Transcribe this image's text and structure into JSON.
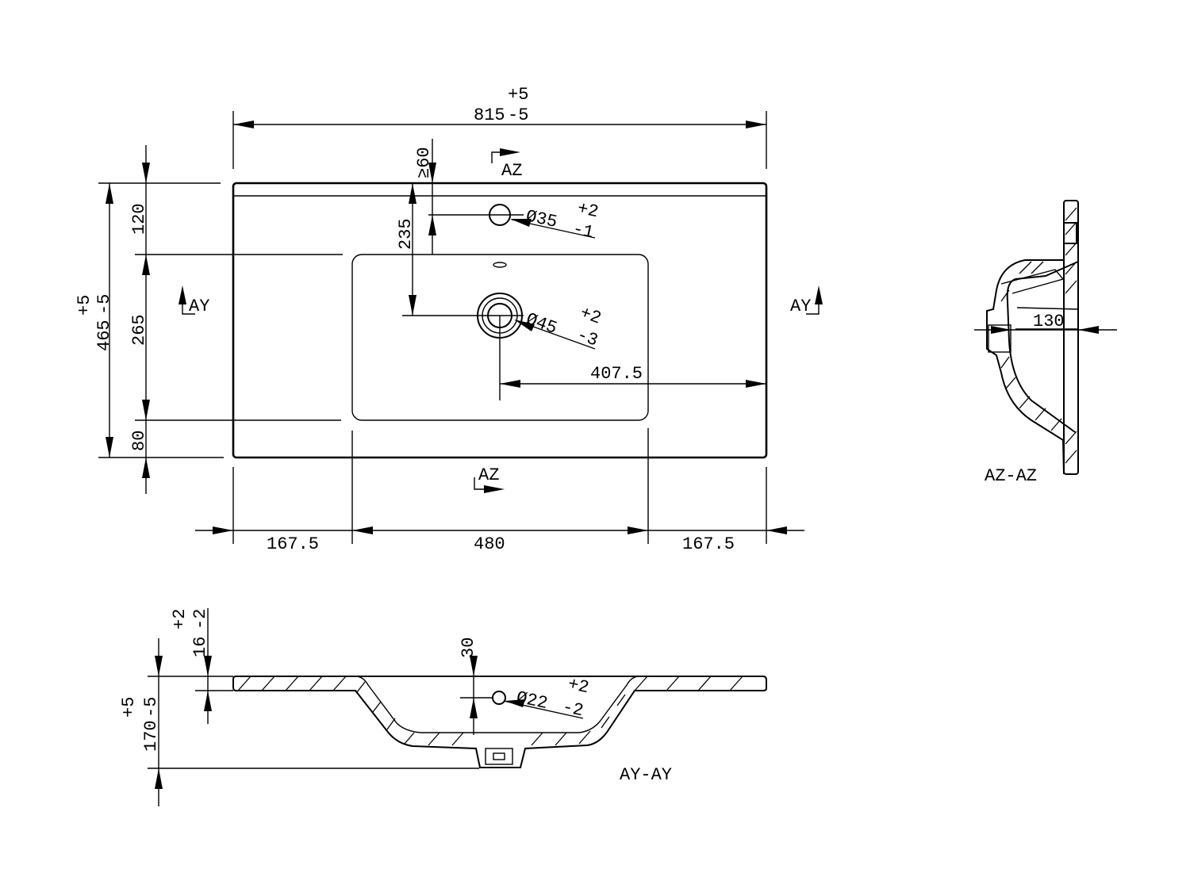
{
  "plan_view": {
    "overall_width": "815",
    "overall_width_tol_plus": "+5",
    "overall_width_tol_minus": "-5",
    "overall_depth": "465",
    "overall_depth_tol_plus": "+5",
    "overall_depth_tol_minus": "-5",
    "dim_back_to_bowl": "120",
    "dim_bowl_depth": "265",
    "dim_front": "80",
    "dim_tap_min_offset": "≥60",
    "dim_back_to_drain": "235",
    "tap_hole_diameter": "Ø35",
    "tap_hole_tol_plus": "+2",
    "tap_hole_tol_minus": "-1",
    "drain_diameter": "Ø45",
    "drain_tol_plus": "+2",
    "drain_tol_minus": "-3",
    "dim_drain_to_right": "407.5",
    "dim_left_margin": "167.5",
    "dim_bowl_width": "480",
    "dim_right_margin": "167.5",
    "section_mark_az": "AZ",
    "section_mark_ay": "AY"
  },
  "side_section": {
    "label": "AZ-AZ",
    "dim_overflow": "130"
  },
  "front_section": {
    "label": "AY-AY",
    "overall_height": "170",
    "overall_height_tol_plus": "+5",
    "overall_height_tol_minus": "-5",
    "rim_thickness": "16",
    "rim_tol_plus": "+2",
    "rim_tol_minus": "-2",
    "dim_overflow_depth": "30",
    "overflow_diameter": "Ø22",
    "overflow_tol_plus": "+2",
    "overflow_tol_minus": "-2"
  },
  "colors": {
    "line": "#000000",
    "background": "#ffffff"
  }
}
